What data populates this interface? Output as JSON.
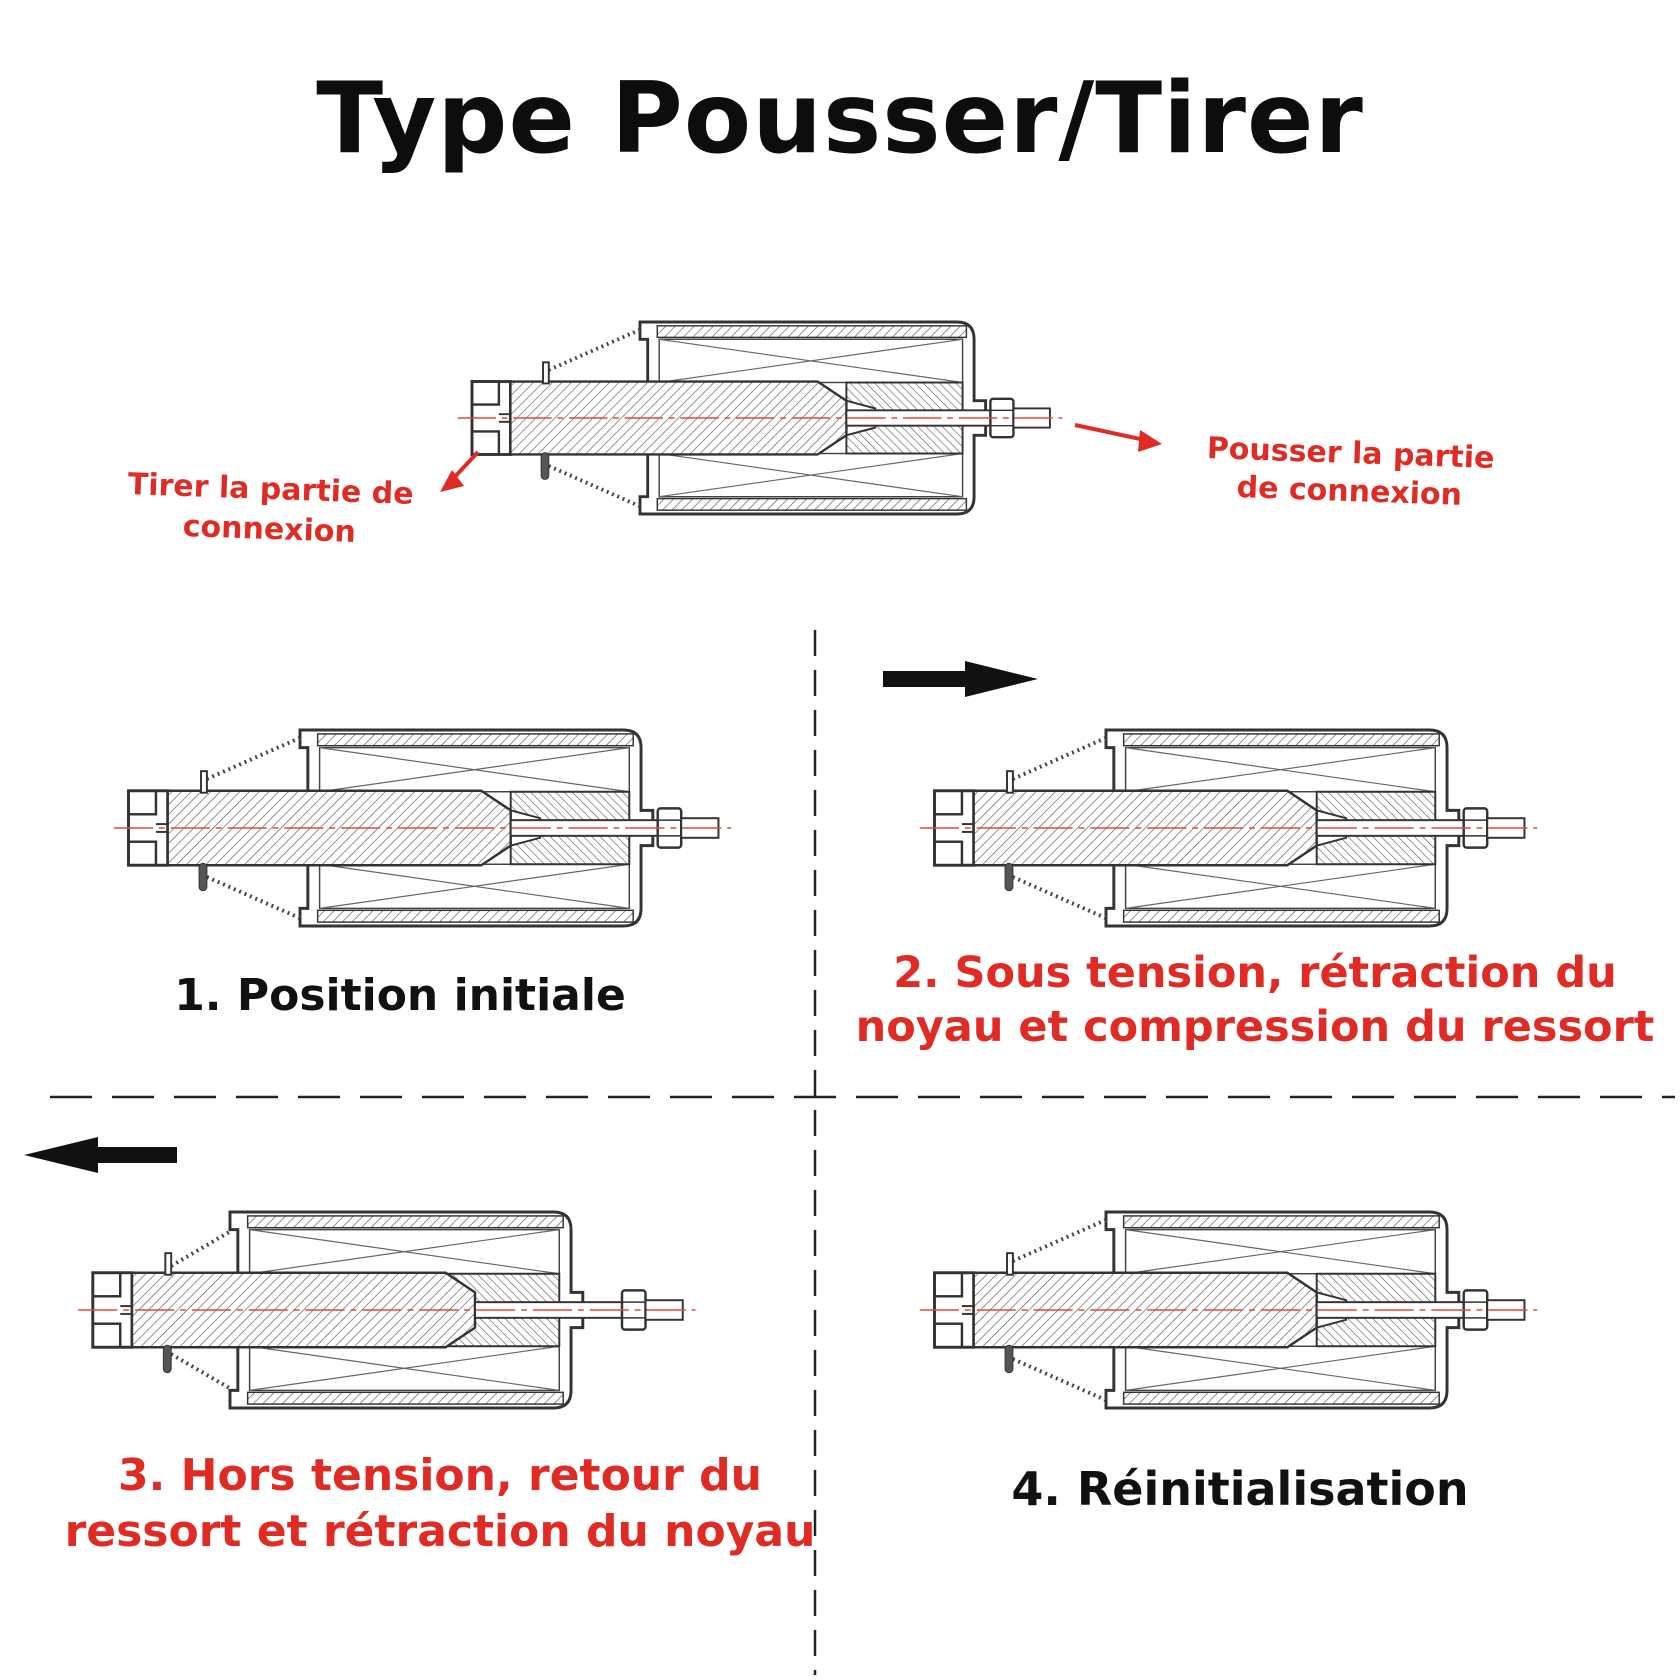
{
  "title": "Type Pousser/Tirer",
  "overview": {
    "pull_label": "Tirer la partie de connexion",
    "push_label": "Pousser la partie de connexion"
  },
  "steps": [
    {
      "label": "1. Position initiale"
    },
    {
      "label": "2. Sous tension, rétraction du noyau et compression du ressort"
    },
    {
      "label": "3. Hors tension, retour du ressort et rétraction du noyau"
    },
    {
      "label": "4. Réinitialisation"
    }
  ],
  "colors": {
    "accent": "#e02b25",
    "text": "#111111",
    "line": "#3a3a3a"
  },
  "icons": [
    "arrow-right-icon",
    "arrow-left-icon"
  ]
}
